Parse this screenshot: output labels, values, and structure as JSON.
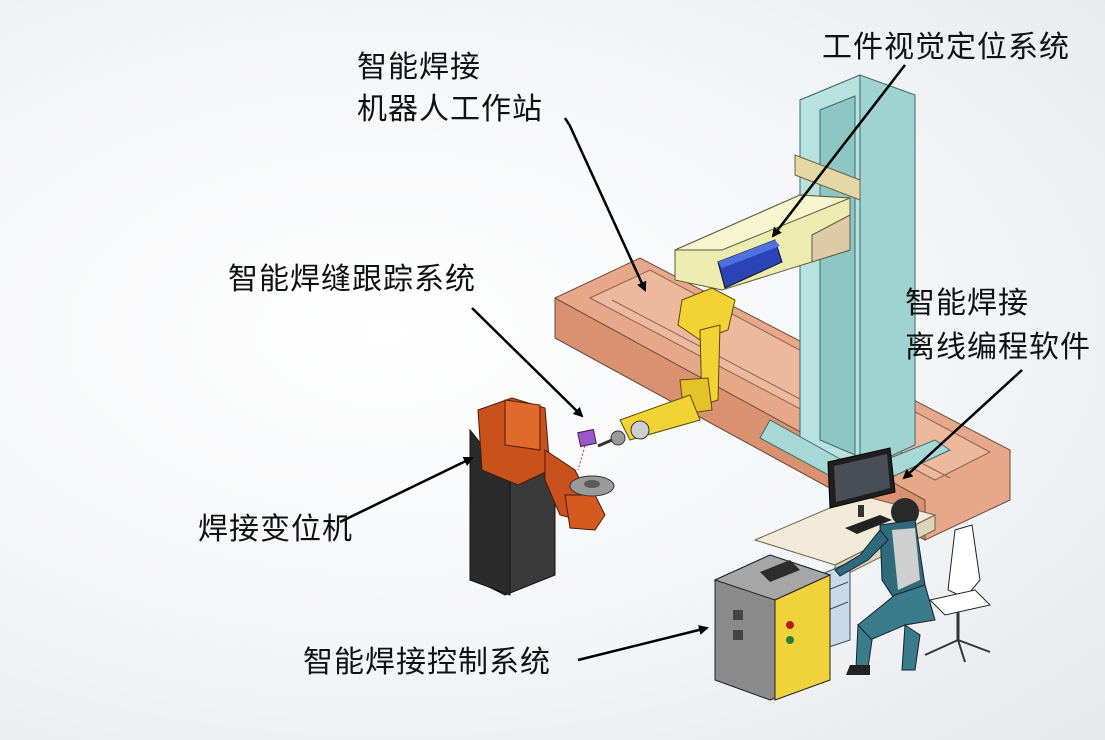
{
  "labels": {
    "workstation_line1": "智能焊接",
    "workstation_line2": "机器人工作站",
    "vision_system": "工件视觉定位系统",
    "seam_tracking": "智能焊缝跟踪系统",
    "offline_line1": "智能焊接",
    "offline_line2": "离线编程软件",
    "positioner": "焊接变位机",
    "control_system": "智能焊接控制系统"
  },
  "colors": {
    "rail": "#e7a889",
    "pillar": "#9fd3d2",
    "beam": "#ecebb0",
    "camera": "#2a44b8",
    "robot": "#f3d233",
    "positioner": "#c9521c",
    "cabinet": "#8a8a8a",
    "cabinet_door": "#f0d23a",
    "desk": "#f1ead8",
    "operator": "#2f6b7a"
  }
}
